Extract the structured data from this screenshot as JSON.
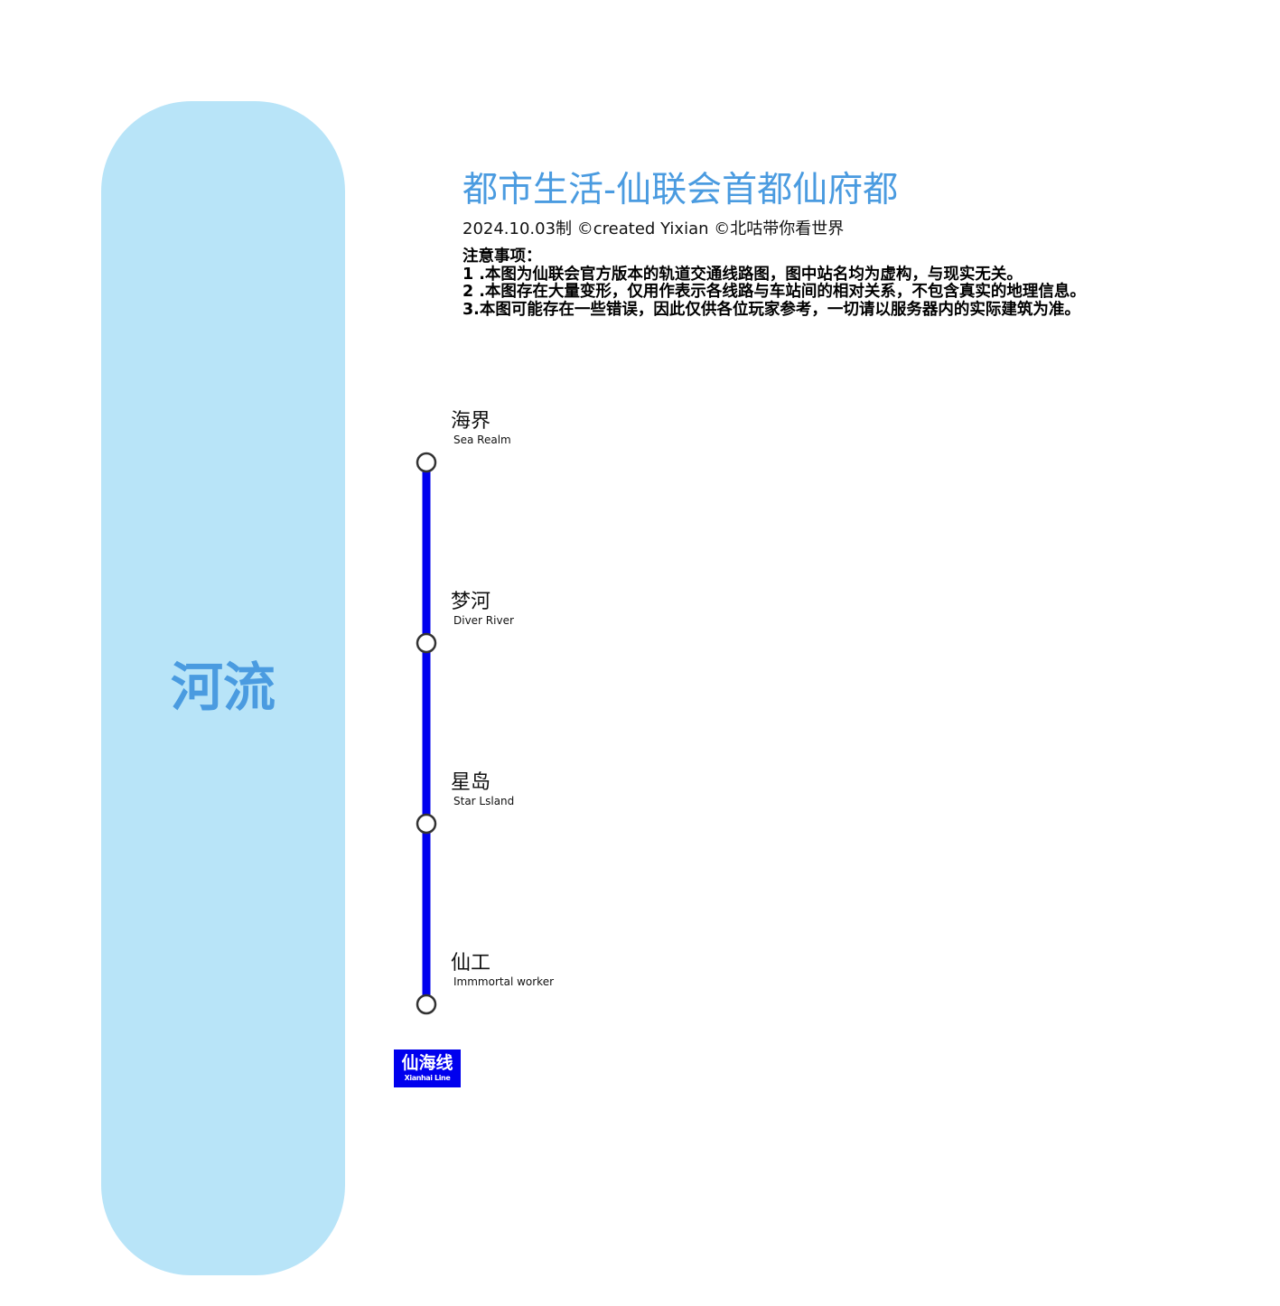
{
  "title": "都市生活-仙联会首都仙府都",
  "credit": "2024.10.03制 ©created Yixian ©北咕带你看世界",
  "notes": {
    "heading": "注意事项：",
    "items": [
      "1 .本图为仙联会官方版本的轨道交通线路图，图中站名均为虚构，与现实无关。",
      "2 .本图存在大量变形，仅用作表示各线路与车站间的相对关系，不包含真实的地理信息。",
      "3.本图可能存在一些错误，因此仅供各位玩家参考，一切请以服务器内的实际建筑为准。"
    ]
  },
  "river": {
    "label": "河流"
  },
  "line": {
    "name_cn": "仙海线",
    "name_en": "Xianhai Line",
    "stations": [
      {
        "name_cn": "海界",
        "name_en": "Sea Realm"
      },
      {
        "name_cn": "梦河",
        "name_en": "Diver River"
      },
      {
        "name_cn": "星岛",
        "name_en": "Star Lsland"
      },
      {
        "name_cn": "仙工",
        "name_en": "Immmortal worker"
      }
    ]
  },
  "colors": {
    "title": "#4a9be0",
    "river_fill": "#b8e4f8",
    "river_text": "#4a9be0",
    "line": "#0000ee",
    "station_fill": "#ffffff",
    "station_stroke": "#333333"
  }
}
